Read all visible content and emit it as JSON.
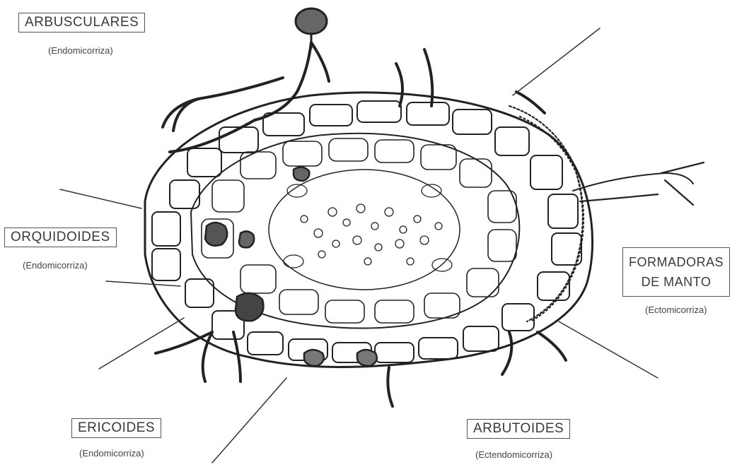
{
  "labels": {
    "arbusculares": {
      "title": "ARBUSCULARES",
      "subtitle": "(Endomicorriza)"
    },
    "orquidoides": {
      "title": "ORQUIDOIDES",
      "subtitle": "(Endomicorriza)"
    },
    "ericoides": {
      "title": "ERICOIDES",
      "subtitle": "(Endomicorriza)"
    },
    "arbutoides": {
      "title": "ARBUTOIDES",
      "subtitle": "(Ectendomicorriza)"
    },
    "formadoras": {
      "title_line1": "FORMADORAS",
      "title_line2": "DE MANTO",
      "subtitle": "(Ectomicorriza)"
    }
  },
  "colors": {
    "ink": "#222222",
    "background": "#ffffff",
    "frame": "#555555"
  }
}
